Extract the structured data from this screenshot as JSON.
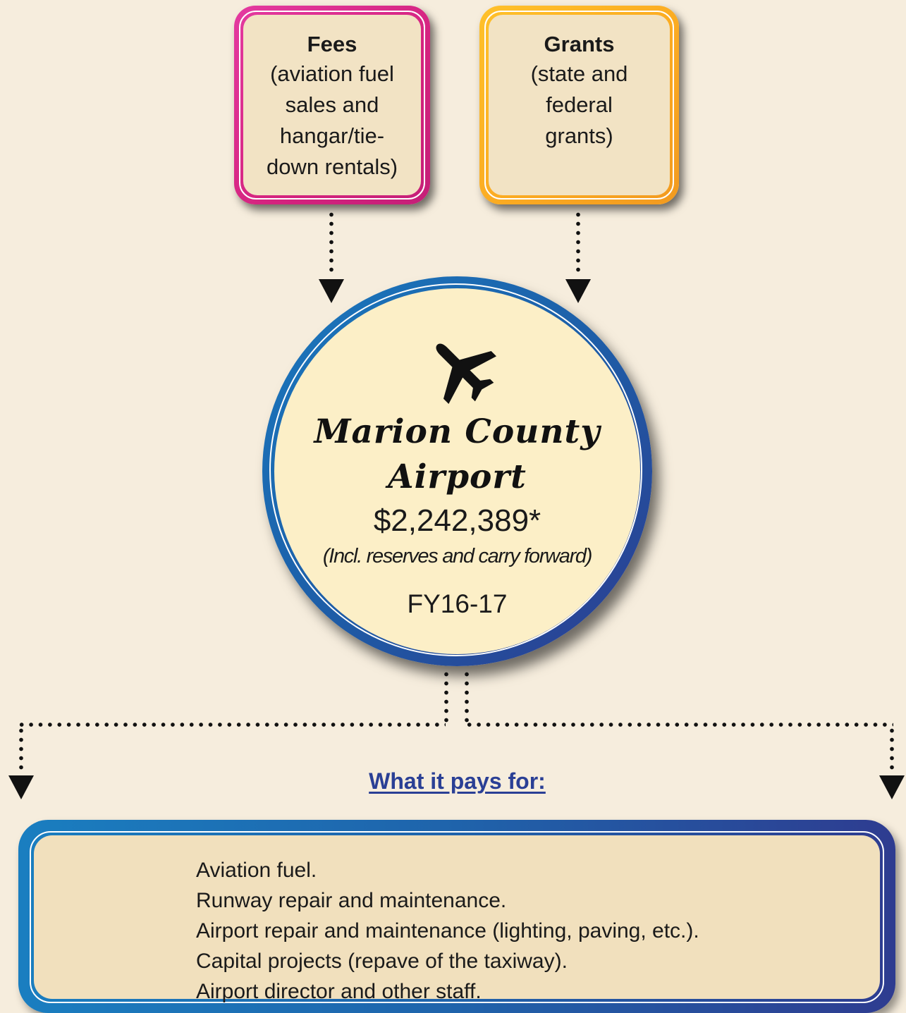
{
  "sources": [
    {
      "title": "Fees",
      "description": "(aviation fuel sales and hangar/tie-down rentals)",
      "color": "#d4237e"
    },
    {
      "title": "Grants",
      "description": "(state and federal grants)",
      "color": "#fbab22"
    }
  ],
  "hub": {
    "icon": "airplane-icon",
    "title_line1": "Marion County",
    "title_line2": "Airport",
    "amount": "$2,242,389*",
    "note": "(Incl. reserves and carry forward)",
    "fiscal_year": "FY16-17",
    "color": "#1d5ea8"
  },
  "pays_for": {
    "heading": "What it pays for:",
    "items": [
      "Aviation fuel.",
      "Runway repair and maintenance.",
      "Airport repair and maintenance (lighting, paving, etc.).",
      "Capital projects (repave of the taxiway).",
      "Airport director and other staff."
    ]
  }
}
